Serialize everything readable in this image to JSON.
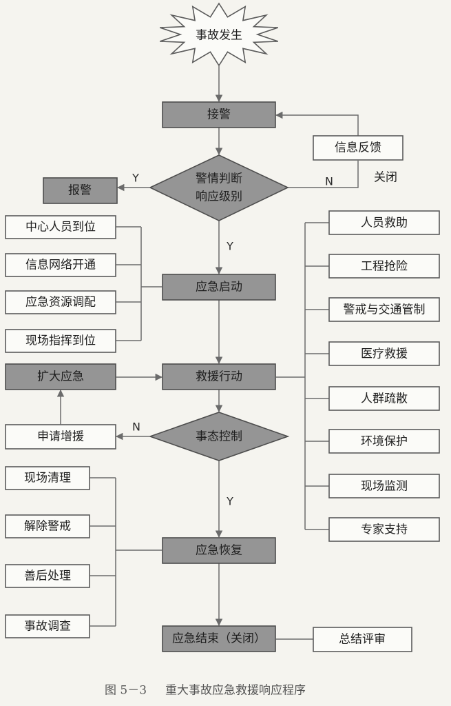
{
  "flow": {
    "start": "事故发生",
    "receive": "接警",
    "judge_line1": "警情判断",
    "judge_line2": "响应级别",
    "launch": "应急启动",
    "rescue": "救援行动",
    "control": "事态控制",
    "recovery": "应急恢复",
    "end": "应急结束（关闭）"
  },
  "side": {
    "report": "报警",
    "feedback": "信息反馈",
    "close": "关闭",
    "expand": "扩大应急",
    "request": "申请增援",
    "review": "总结评审"
  },
  "edge_labels": {
    "judge_yes": "Y",
    "judge_no": "N",
    "judge_down_yes": "Y",
    "control_no": "N",
    "control_yes": "Y"
  },
  "launch_tasks": [
    "中心人员到位",
    "信息网络开通",
    "应急资源调配",
    "现场指挥到位"
  ],
  "rescue_tasks": [
    "人员救助",
    "工程抢险",
    "警戒与交通管制",
    "医疗救援",
    "人群疏散",
    "环境保护",
    "现场监测",
    "专家支持"
  ],
  "recovery_tasks": [
    "现场清理",
    "解除警戒",
    "善后处理",
    "事故调查"
  ],
  "caption": {
    "figure_no": "图 5－3",
    "title": "重大事故应急救援响应程序"
  },
  "colors": {
    "background": "#f5f4ef",
    "process_box": "#959595",
    "plain_box": "#fbfbf8",
    "line": "#6b6b6b"
  }
}
